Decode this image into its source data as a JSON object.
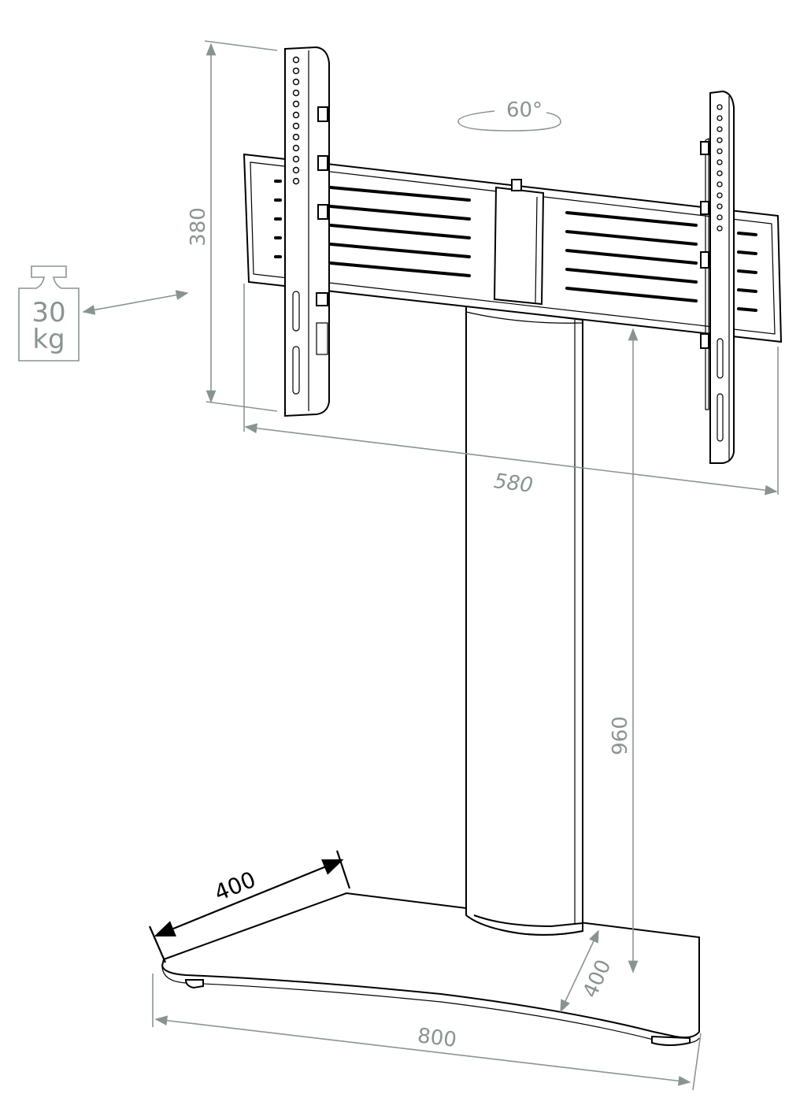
{
  "dimensions": {
    "height_bracket": "380",
    "width_bracket": "580",
    "column_height": "960",
    "base_depth_left": "400",
    "base_depth_right": "400",
    "base_width": "800"
  },
  "tilt_angle": "60°",
  "max_load": {
    "value": "30",
    "unit": "kg"
  },
  "colors": {
    "dimension_lines": "#8a948f",
    "drawing": "#000000"
  }
}
